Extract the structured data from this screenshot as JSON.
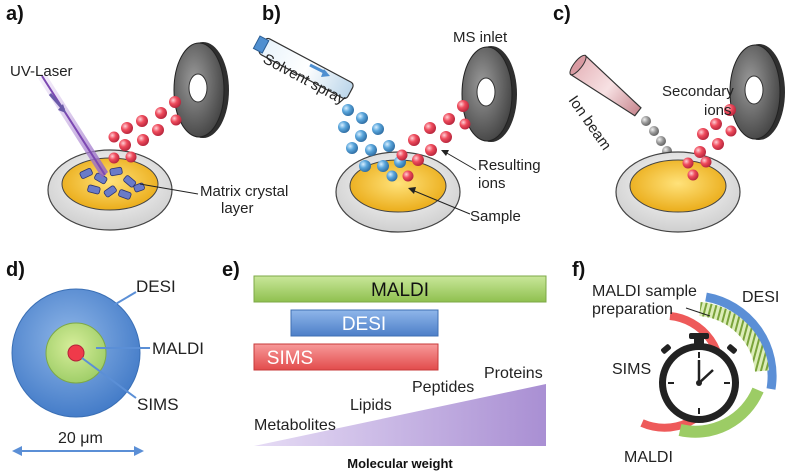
{
  "panels": {
    "a": {
      "label": "a)",
      "uv_laser": "UV-Laser",
      "matrix_line1": "Matrix crystal",
      "matrix_line2": "layer"
    },
    "b": {
      "label": "b)",
      "solvent_spray": "Solvent spray",
      "ms_inlet": "MS inlet",
      "resulting_line1": "Resulting",
      "resulting_line2": "ions",
      "sample": "Sample"
    },
    "c": {
      "label": "c)",
      "ion_beam": "Ion beam",
      "secondary_line1": "Secondary",
      "secondary_line2": "ions"
    },
    "d": {
      "label": "d)",
      "desi": "DESI",
      "maldi": "MALDI",
      "sims": "SIMS",
      "scale": "20 μm"
    },
    "e": {
      "label": "e)",
      "bars": [
        {
          "name": "MALDI",
          "color": "#9ccc65"
        },
        {
          "name": "DESI",
          "color": "#5b8fd6"
        },
        {
          "name": "SIMS",
          "color": "#ee5a5a"
        }
      ],
      "molecules": [
        "Metabolites",
        "Lipids",
        "Peptides",
        "Proteins"
      ],
      "axis_title": "Molecular weight",
      "wedge_color": "#b49ad8"
    },
    "f": {
      "label": "f)",
      "prep_line1": "MALDI sample",
      "prep_line2": "preparation",
      "desi": "DESI",
      "sims": "SIMS",
      "maldi": "MALDI"
    }
  },
  "colors": {
    "ion_red": "#ef4b5c",
    "ion_blue": "#5aa6dc",
    "ion_gray": "#9a9a9a",
    "sample_yellow": "#f5c22a",
    "desi_blue": "#5b8fd6",
    "maldi_green": "#9ccc65",
    "sims_red": "#ee5a5a"
  }
}
